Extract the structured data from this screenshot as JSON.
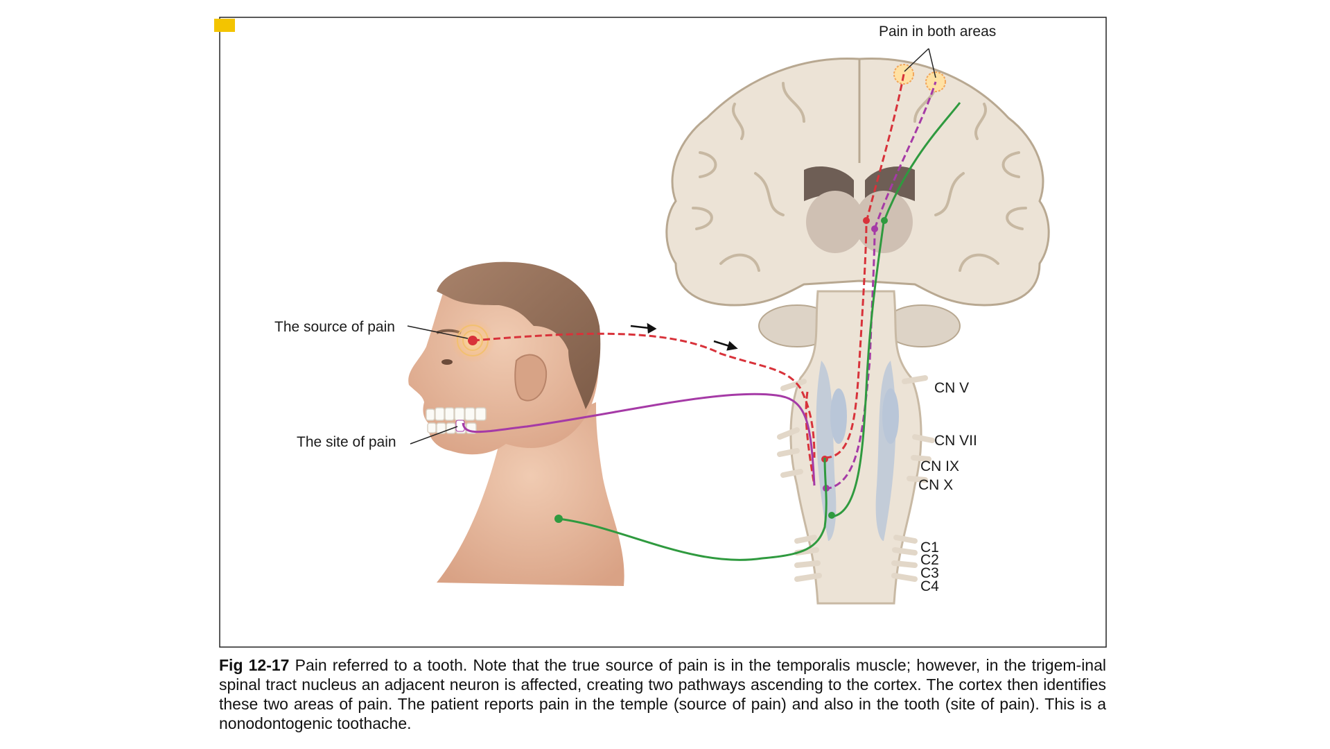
{
  "labels": {
    "pain_both_areas": "Pain in both areas",
    "source_of_pain": "The source of pain",
    "site_of_pain": "The site of pain",
    "cn_v": "CN V",
    "cn_vii": "CN VII",
    "cn_ix": "CN IX",
    "cn_x": "CN X",
    "c1": "C1",
    "c2": "C2",
    "c3": "C3",
    "c4": "C4"
  },
  "caption": {
    "fig_number": "Fig 12-17",
    "text": "Pain referred to a tooth. Note that the true source of pain is in the temporalis muscle; however, in the trigem-inal spinal tract nucleus an adjacent neuron is affected, creating two pathways ascending to the cortex. The cortex then identifies these two areas of pain. The patient reports pain in the temple (source of pain) and also in the tooth (site of pain). This is a nonodontogenic toothache."
  },
  "colors": {
    "source_pathway": "#d8323a",
    "site_pathway": "#a53aa6",
    "neck_pathway": "#2f9a3f",
    "corner_marker": "#f3c400",
    "brain_tissue": "#ece3d6",
    "skin": "#e6b89c"
  }
}
